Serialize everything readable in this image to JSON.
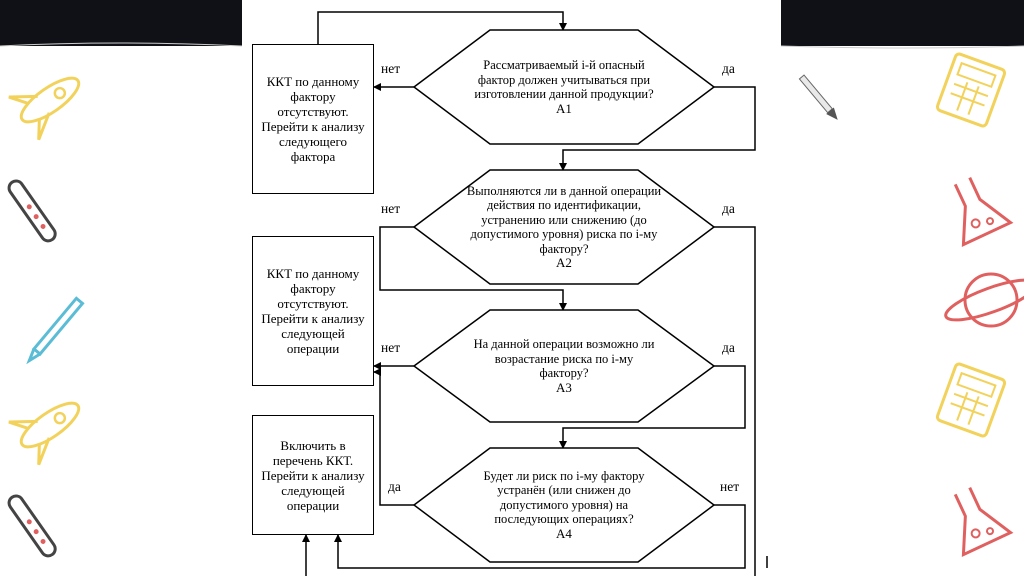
{
  "flowchart": {
    "decisions": [
      {
        "text": "Рассматриваемый i-й опасный фактор должен учитываться при изготовлении данной продукции?",
        "code": "A1"
      },
      {
        "text": "Выполняются ли в данной операции действия по идентификации, устранению или снижению (до допустимого уровня) риска по i-му фактору?",
        "code": "A2"
      },
      {
        "text": "На данной операции возможно ли возрастание риска по i-му фактору?",
        "code": "A3"
      },
      {
        "text": "Будет ли риск по  i-му фактору устранён (или снижен до допустимого уровня) на последующих операциях?",
        "code": "A4"
      }
    ],
    "boxes": [
      {
        "text": "ККТ по данному фактору отсутствуют. Перейти к анализу следующего фактора"
      },
      {
        "text": "ККТ по данному фактору отсутствуют. Перейти к анализу следующей операции"
      },
      {
        "text": "Включить в перечень ККТ. Перейти к анализу следующей операции"
      }
    ],
    "labels": {
      "no": "нет",
      "yes": "да"
    }
  },
  "colors": {
    "background_dark": "#0f1117",
    "line": "#000000",
    "doodle_yellow": "#f2d25a",
    "doodle_red": "#e06060",
    "doodle_blue": "#5bbcd6",
    "doodle_gray": "#444444"
  }
}
